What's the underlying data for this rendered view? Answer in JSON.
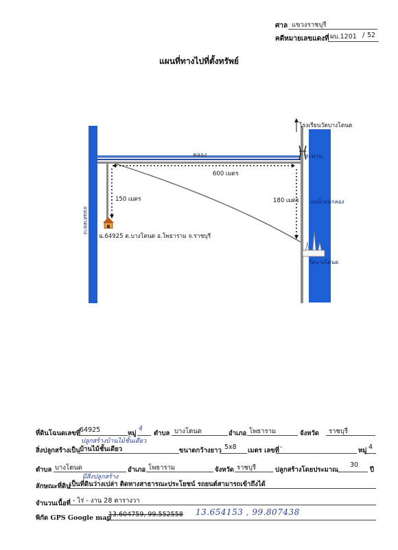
{
  "header": {
    "court_label": "ศาล",
    "court_value": "แขวงราชบุรี",
    "case_label": "คดีหมายเลขแดงที่",
    "case_number": "ผบ.1201",
    "case_year": "52"
  },
  "title": "แผนที่ทางไปที่ตั้งทรัพย์",
  "map": {
    "school_label": "โรงเรียนวัดบางโตนด",
    "canal_label": "คลอง",
    "bridge_label": "สะพาน",
    "river_label": "แม่น้ำแม่กลอง",
    "temple_label": "วัดบางโตนด",
    "road_label": "ถนนลาดยาง",
    "dist_600": "600 เมตร",
    "dist_150": "150 เมตร",
    "dist_180": "180 เมตร",
    "property_label": "ฉ.64925 ต.บางโตนด อ.โพธาราม จ.ราชบุรี"
  },
  "form": {
    "deed_label": "ที่ดินโฉนดเลขที่",
    "deed_value": "64925",
    "moo_label": "หมู่",
    "moo_value": "4",
    "tambon_label": "ตำบล",
    "tambon_value": "บางโตนด",
    "amphoe_label": "อำเภอ",
    "amphoe_value": "โพธาราม",
    "province_label": "จังหวัด",
    "province_value": "ราชบุรี",
    "hand_note_1": "ปลูกสร้างบ้านไม้ชั้นเดียว",
    "building_label": "สิ่งปลูกสร้างเป็น",
    "building_value": "บ้านไม้ชั้นเดียว",
    "size_label": "ขนาดกว้างยาว",
    "size_value": "5x8",
    "size_unit": "เมตร เลขที่",
    "house_no_value": "-",
    "moo2_label": "หมู่",
    "moo2_value": "4",
    "tambon2_label": "ตำบล",
    "tambon2_value": "บางโตนด",
    "amphoe2_label": "อำเภอ",
    "amphoe2_value": "โพธาราม",
    "province2_label": "จังหวัด",
    "province2_value": "ราชบุรี",
    "built_label": "ปลูกสร้างโดยประมาณ",
    "built_value": "30",
    "built_unit": "ปี",
    "hand_note_2": "มีสิ่งปลูกสร้าง",
    "nature_label": "ลักษณะที่ดิน",
    "nature_value": "เป็นที่ดินว่างเปล่า ติดทางสาธารณะประโยชน์ รถยนต์สามารถเข้าถึงได้",
    "area_label": "จำนวนเนื้อที่",
    "area_value": "- ไร่   - งาน  28 ตารางวา",
    "gps_label": "พิกัด GPS Google  map",
    "gps_old": "13.604759, 99.552558",
    "gps_new": "13.654153 , 99.807438"
  },
  "colors": {
    "water": "#1e5fd6",
    "road": "#8a8a8a",
    "canal_edge": "#4a74c4",
    "ink": "#2a3e9a"
  }
}
